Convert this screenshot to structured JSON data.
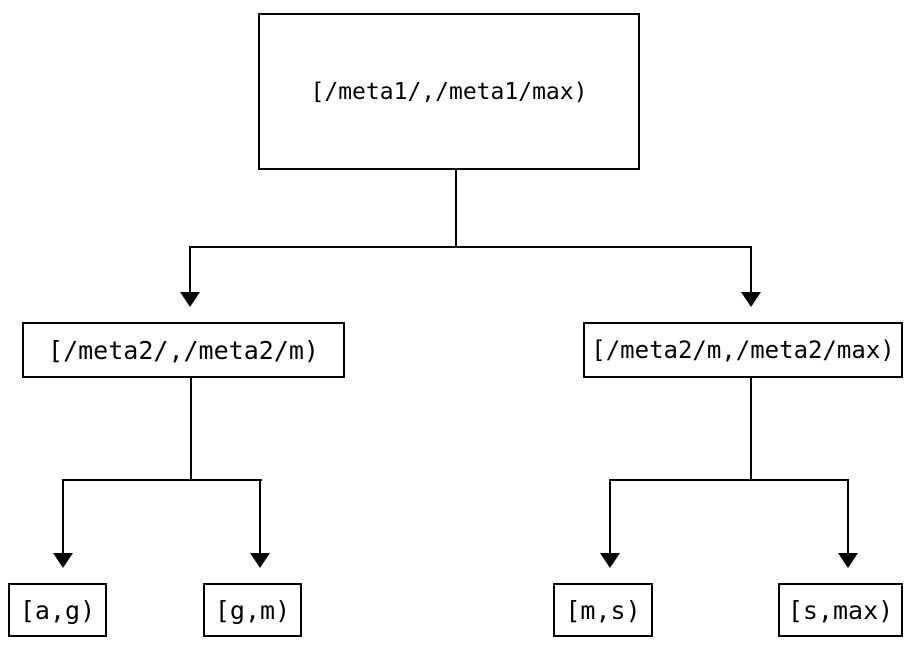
{
  "diagram": {
    "type": "tree",
    "colors": {
      "background": "#ffffff",
      "node_border": "#000000",
      "line": "#000000",
      "text": "#000000"
    },
    "nodes": {
      "root": {
        "label": "[/meta1/,/meta1/max)"
      },
      "children": [
        {
          "label": "[/meta2/,/meta2/m)"
        },
        {
          "label": "[/meta2/m,/meta2/max)"
        }
      ],
      "leaves": [
        {
          "label": "[a,g)"
        },
        {
          "label": "[g,m)"
        },
        {
          "label": "[m,s)"
        },
        {
          "label": "[s,max)"
        }
      ]
    }
  }
}
